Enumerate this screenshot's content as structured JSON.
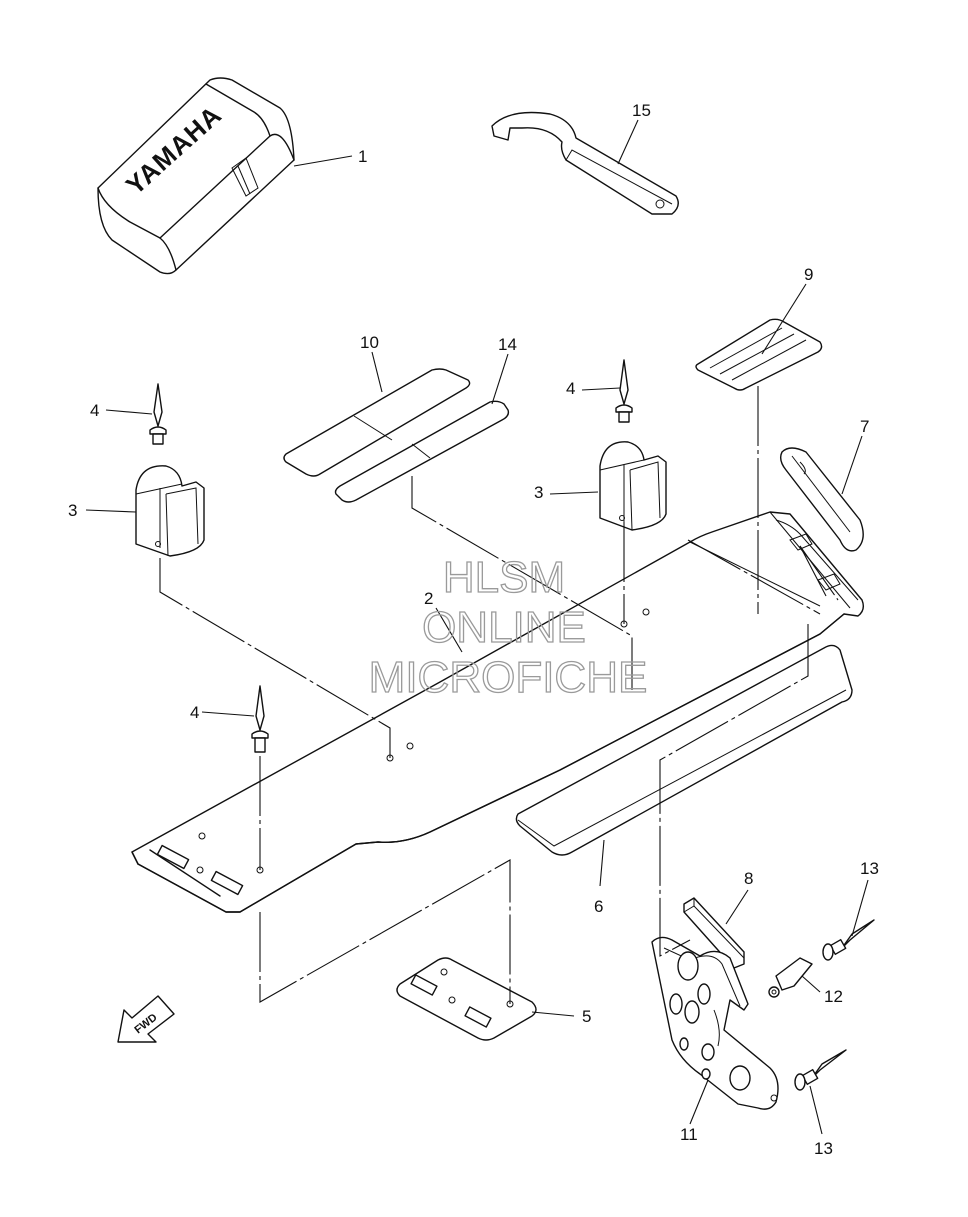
{
  "brand_logo": "YAMAHA",
  "watermark": {
    "line1": "HLSM",
    "line2": "ONLINE",
    "line3": "MICROFICHE"
  },
  "direction_arrow": "FWD",
  "callouts": {
    "c1": "1",
    "c2": "2",
    "c3a": "3",
    "c3b": "3",
    "c4a": "4",
    "c4b": "4",
    "c4c": "4",
    "c5": "5",
    "c6": "6",
    "c7": "7",
    "c8": "8",
    "c9": "9",
    "c10": "10",
    "c11": "11",
    "c12": "12",
    "c13a": "13",
    "c13b": "13",
    "c14": "14",
    "c15": "15"
  }
}
